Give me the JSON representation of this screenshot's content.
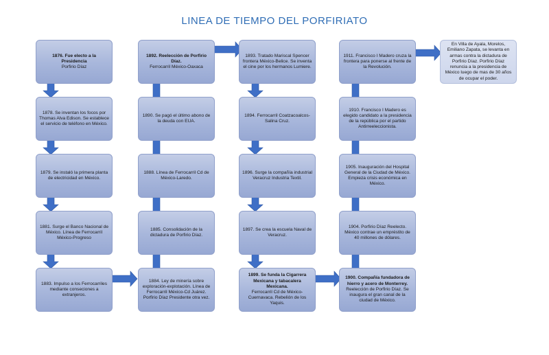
{
  "title": "LINEA DE TIEMPO DEL PORFIRIATO",
  "events": [
    {
      "id": "e1876",
      "bold": "1876. Fue electo a la Presidencia",
      "text": "Porfirio Díaz"
    },
    {
      "id": "e1878",
      "bold": "",
      "text": "1878. Se inventan los focos por Thomas Alva Edison. Se establece el servicio de teléfono en México."
    },
    {
      "id": "e1879",
      "bold": "",
      "text": "1879. Se instaló la primera planta de electricidad en México."
    },
    {
      "id": "e1881",
      "bold": "",
      "text": "1881. Surge el Banco Nacional de México.  Línea de Ferrocarril México-Progreso"
    },
    {
      "id": "e1883",
      "bold": "",
      "text": "1883. Impulso a los Ferrocarriles mediante conseciones a extranjeros."
    },
    {
      "id": "e1884",
      "bold": "",
      "text": "1884. Ley de minería sobre exploración-explotación. Línea de Ferrocarril México-Cd Juárez. Porfirio Díaz Presidente otra vez."
    },
    {
      "id": "e1885",
      "bold": "",
      "text": "1885. Consolidación de la dictadura de Porfirio Díaz."
    },
    {
      "id": "e1888",
      "bold": "",
      "text": "1888. Línea de Ferrocarril Cd de México-Laredo."
    },
    {
      "id": "e1890",
      "bold": "",
      "text": "1890. Se pagó el último abono de la deuda con EUA."
    },
    {
      "id": "e1892",
      "bold": "1892. Reelección de Porfirio Díaz.",
      "text": "Ferrocarril México-Oaxaca"
    },
    {
      "id": "e1893",
      "bold": "",
      "text": "1893. Tratado Mariscal Spencer frontera México-Belice. Se inventa el cine por los hermanos Lumiere."
    },
    {
      "id": "e1894",
      "bold": "",
      "text": "1894. Ferrocarril Coatzacoalcos-Salina Cruz."
    },
    {
      "id": "e1896",
      "bold": "",
      "text": "1896. Surge la compañía industrial Veracruz Industria Textil."
    },
    {
      "id": "e1897",
      "bold": "",
      "text": "1897. Se crea la escuela Naval de Veracruz."
    },
    {
      "id": "e1899",
      "bold": "1899. Se funda la Cigarrera Mexicana y tabacalera Mexicana.",
      "text": "Ferrocarril Cd de México-Cuernavaca.  Rebelión de los Yaquis."
    },
    {
      "id": "e1900",
      "bold": "1900. Compañía fundadora de hierro y acero de Monterrey.",
      "text": "Reelección de Porfirio Díaz. Se inaugura el gran canal de la ciudad de México."
    },
    {
      "id": "e1904",
      "bold": "",
      "text": "1904. Porfirio Díaz Reelecto. México contrae un empréstito de 40 millones de dólares."
    },
    {
      "id": "e1905",
      "bold": "",
      "text": "1905. Inauguración del Hospital General de la Ciudad de México. Empieza crisis económica en México."
    },
    {
      "id": "e1910",
      "bold": "",
      "text": "1910. Francisco I Madero es elegido candidato a la presidencia de la república por el partido Antirreeleccionista."
    },
    {
      "id": "e1911",
      "bold": "",
      "text": "1911. Francisco I Madero cruza la frontera para ponerse al frente de la Revolución."
    },
    {
      "id": "eZapata",
      "bold": "",
      "text": "En Villa de Ayala, Morelos, Emiliano Zapata, se levanta en armas contra la dictadura de Porfirio Díaz. Porfirio Díaz renuncia a la presidencia de México luego de mas de 30 años de ocupar el poder."
    }
  ],
  "colors": {
    "title": "#2f6db5",
    "box": "#a7b6db",
    "arrow": "#3f6fc6"
  }
}
